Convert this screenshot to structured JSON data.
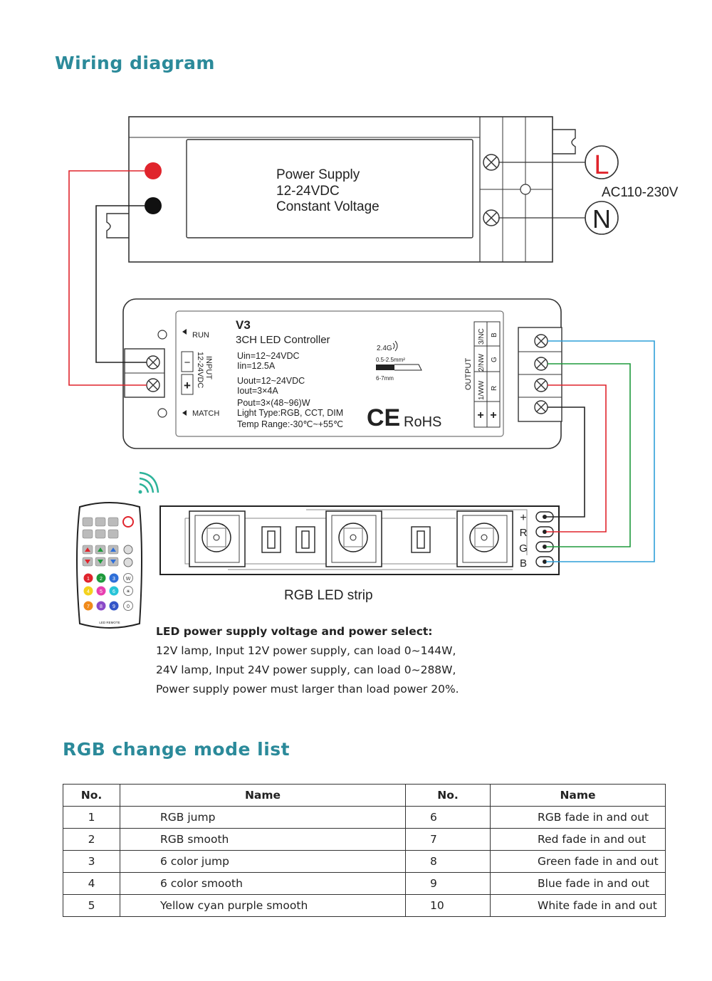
{
  "title_wiring": "Wiring diagram",
  "psu": {
    "line1": "Power Supply",
    "line2": "12-24VDC",
    "line3": "Constant Voltage"
  },
  "ac": {
    "l": "L",
    "n": "N",
    "voltage": "AC110-230V"
  },
  "controller": {
    "model": "V3",
    "name": "3CH LED Controller",
    "uin": "Uin=12~24VDC",
    "iin": "Iin=12.5A",
    "uout": "Uout=12~24VDC",
    "iout": "Iout=3×4A",
    "pout": "Pout=3×(48~96)W",
    "light_type": "Light Type:RGB, CCT, DIM",
    "temp": "Temp Range:-30℃~+55℃",
    "run": "RUN",
    "match": "MATCH",
    "input_label": "INPUT",
    "input_voltage": "12-24VDC",
    "minus": "−",
    "plus": "+",
    "rf": "2.4G",
    "wire1": "0.5-2.5mm²",
    "wire2": "6-7mm",
    "ce": "CE",
    "rohs": "RoHS",
    "output_label": "OUTPUT",
    "out_ch3": "3/NC",
    "out_ch2": "2/NW",
    "out_ch1": "1/WW",
    "out_b": "B",
    "out_g": "G",
    "out_r": "R",
    "out_plus1": "+",
    "out_plus2": "+"
  },
  "strip": {
    "label": "RGB LED strip",
    "pin_plus": "+",
    "pin_r": "R",
    "pin_g": "G",
    "pin_b": "B"
  },
  "remote": {
    "brand": "LED REMOTE",
    "row4": [
      "1",
      "2",
      "3",
      "W"
    ],
    "row5": [
      "4",
      "5",
      "6",
      "☀"
    ],
    "row6": [
      "7",
      "8",
      "9",
      "0"
    ]
  },
  "notes": {
    "heading": "LED power supply voltage and power select:",
    "line1": "12V lamp, Input 12V power supply, can load 0~144W,",
    "line2": "24V lamp, Input 24V power supply, can load 0~288W,",
    "line3": "Power supply power must larger than load power 20%."
  },
  "title_modes": "RGB change mode list",
  "table": {
    "headers": [
      "No.",
      "Name",
      "No.",
      "Name"
    ],
    "rows": [
      [
        "1",
        "RGB jump",
        "6",
        "RGB fade in and out"
      ],
      [
        "2",
        "RGB smooth",
        "7",
        "Red fade in and out"
      ],
      [
        "3",
        "6 color jump",
        "8",
        "Green fade in and out"
      ],
      [
        "4",
        "6 color smooth",
        "9",
        "Blue fade in and out"
      ],
      [
        "5",
        "Yellow cyan purple smooth",
        "10",
        "White fade in and out"
      ]
    ]
  },
  "colors": {
    "title": "#2b8a9a",
    "wire_red": "#e0242c",
    "wire_green": "#1e9a3c",
    "wire_blue": "#2f9fd8",
    "wire_black": "#222222"
  }
}
